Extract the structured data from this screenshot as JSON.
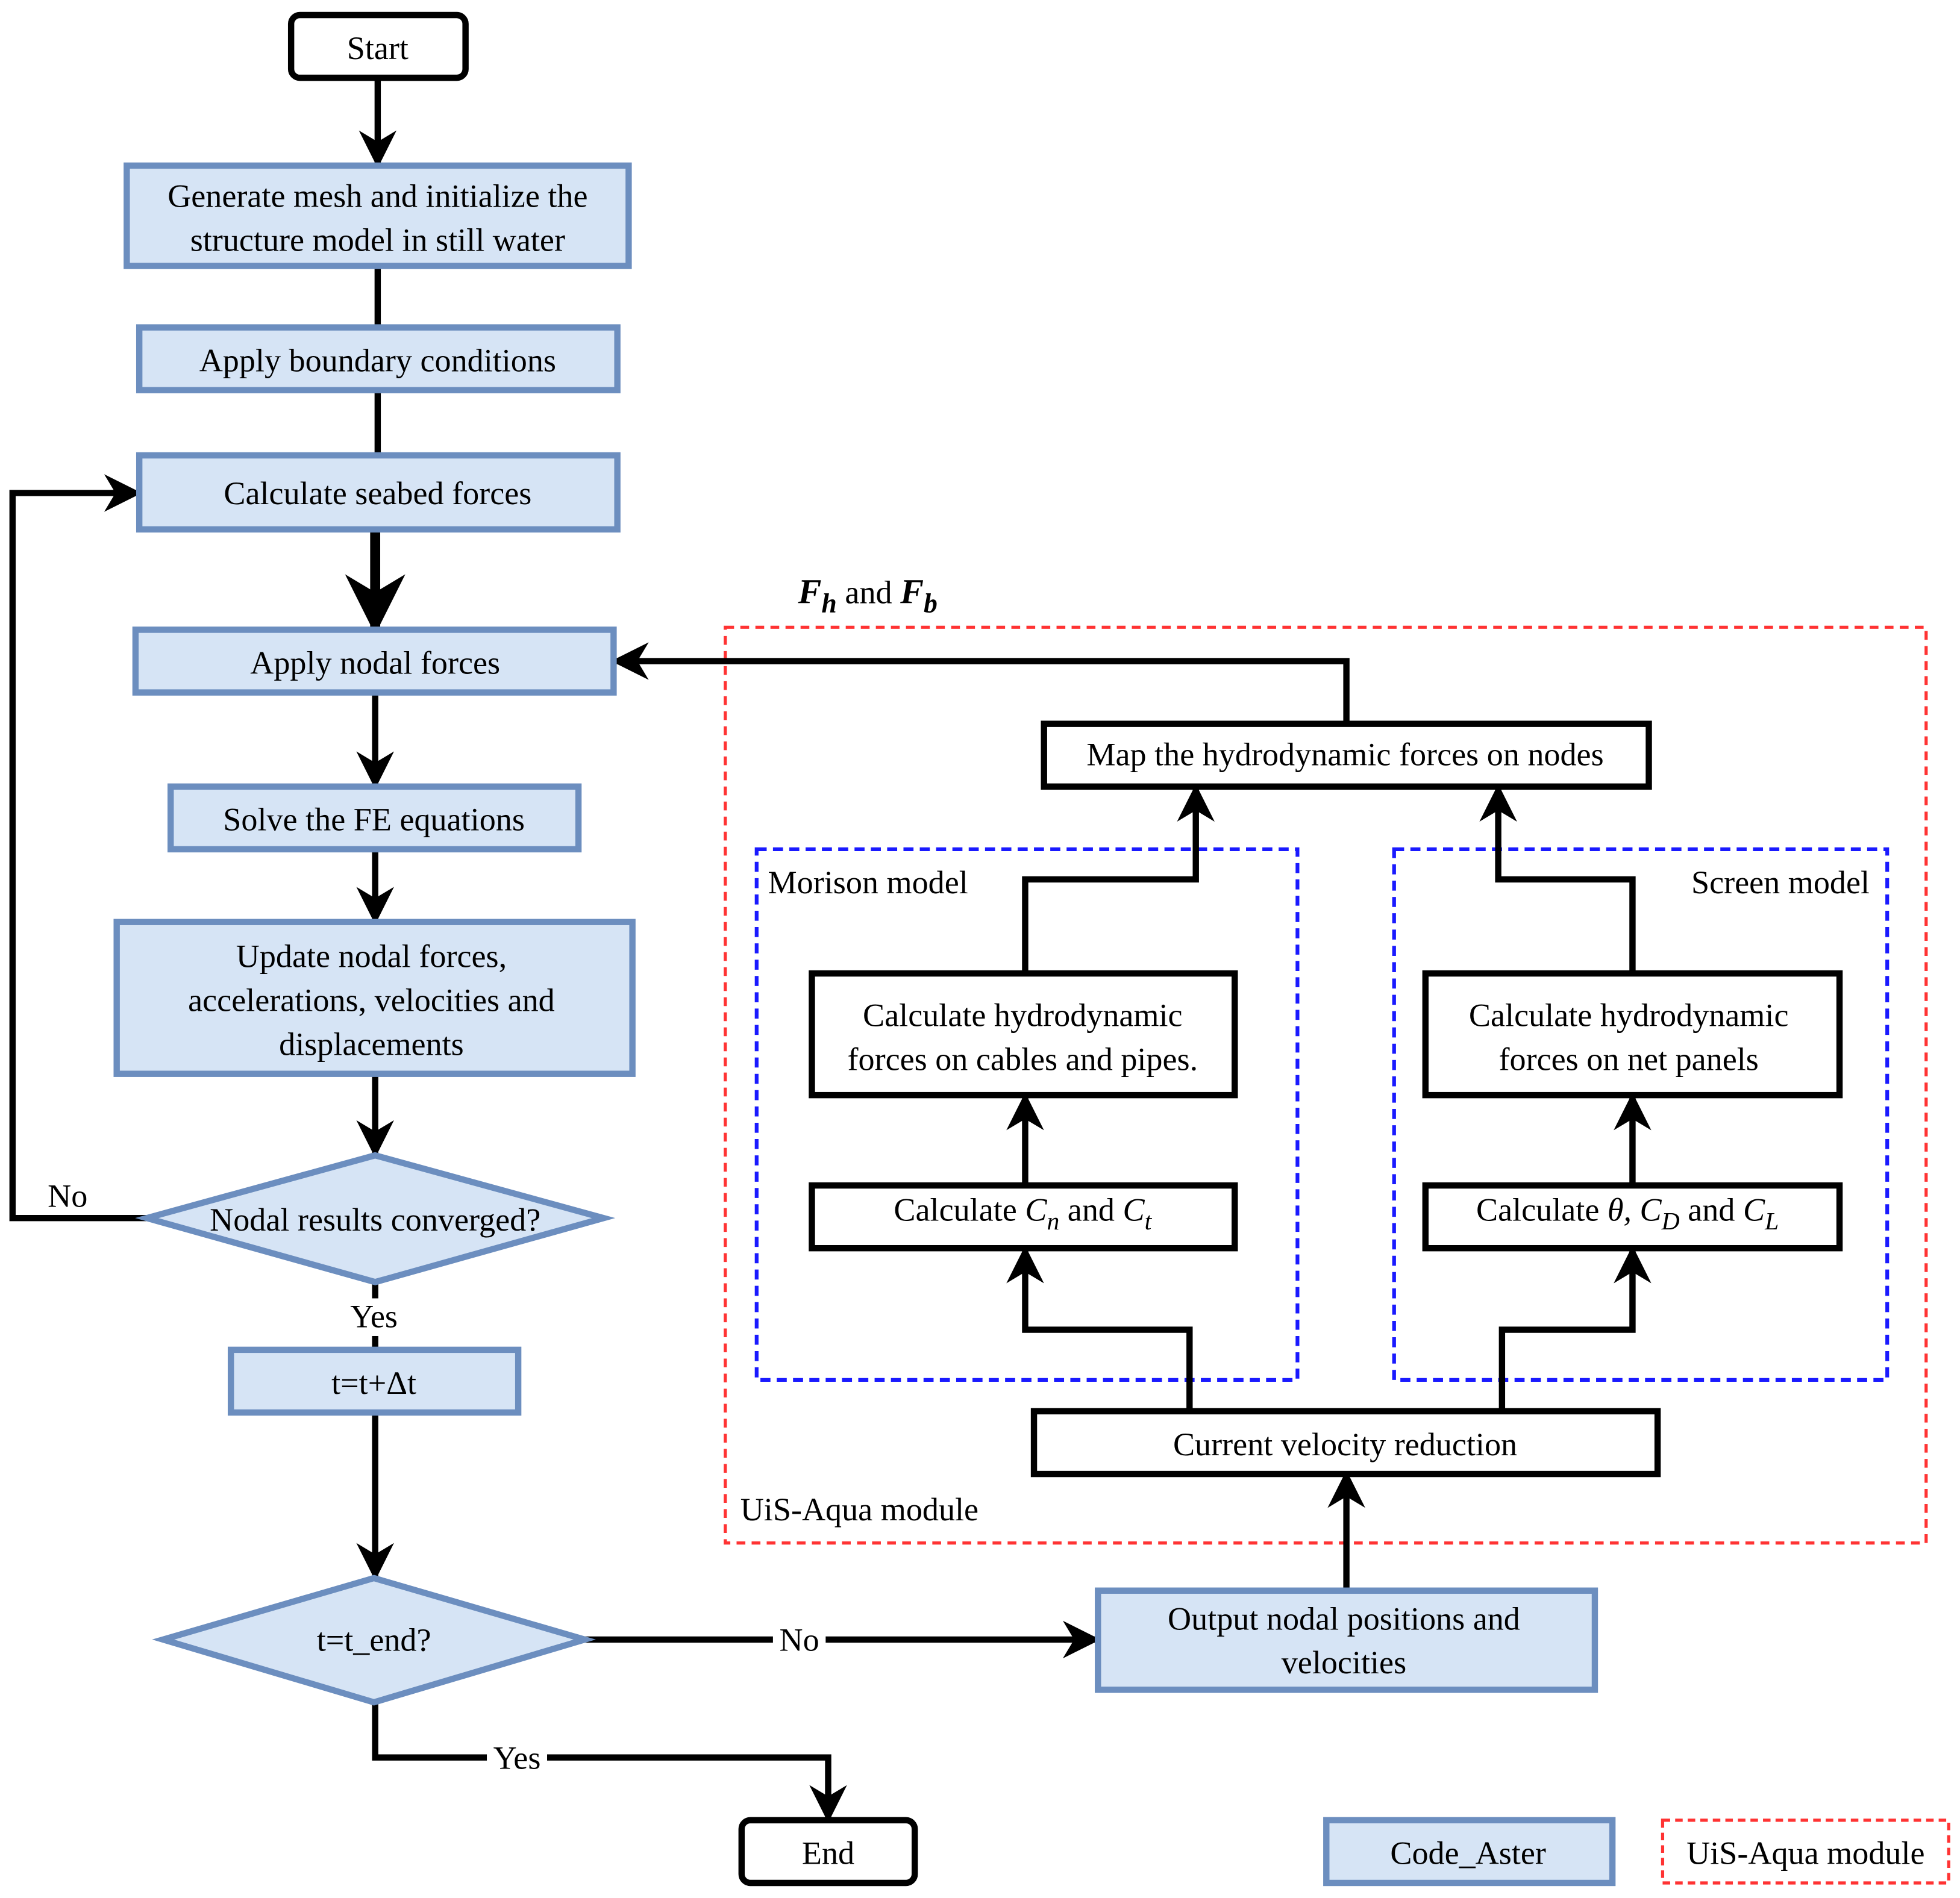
{
  "colors": {
    "code_aster_fill": "#d6e4f5",
    "code_aster_stroke": "#6c8ebf",
    "uis_aqua_border": "#ff3333",
    "submodel_border": "#1a1aff"
  },
  "nodes": {
    "start": "Start",
    "generate_mesh": [
      "Generate mesh and initialize the",
      "structure model in still water"
    ],
    "apply_bc": "Apply boundary conditions",
    "seabed": "Calculate seabed forces",
    "nodal_forces": "Apply nodal forces",
    "solve": "Solve the FE equations",
    "update": [
      "Update nodal forces,",
      "accelerations, velocities and",
      "displacements"
    ],
    "converged": "Nodal results converged?",
    "time_step": "t=t+Δt",
    "t_end": "t=t_end?",
    "end": "End",
    "output": [
      "Output nodal positions and",
      "velocities"
    ],
    "current": "Current velocity reduction",
    "map_forces": "Map the hydrodynamic forces on nodes",
    "morison_calc": [
      "Calculate hydrodynamic",
      "forces on cables and pipes."
    ],
    "screen_calc": [
      "Calculate hydrodynamic",
      "forces on net panels"
    ],
    "cn_ct": {
      "prefix": "Calculate ",
      "c1": "C",
      "s1": "n",
      "and": " and ",
      "c2": "C",
      "s2": "t"
    },
    "theta": {
      "prefix": "Calculate ",
      "theta": "θ, ",
      "c1": "C",
      "s1": "D",
      "and": " and ",
      "c2": "C",
      "s2": "L"
    }
  },
  "edge_labels": {
    "no_converge": "No",
    "yes_converge": "Yes",
    "no_end": "No",
    "yes_end": "Yes"
  },
  "forces_label": {
    "f1": "F",
    "s1": "h",
    "and": " and ",
    "f2": "F",
    "s2": "b"
  },
  "groups": {
    "uis_aqua": "UiS-Aqua module",
    "morison": "Morison model",
    "screen": "Screen model"
  },
  "legend": {
    "code_aster": "Code_Aster",
    "uis_aqua": "UiS-Aqua module"
  }
}
